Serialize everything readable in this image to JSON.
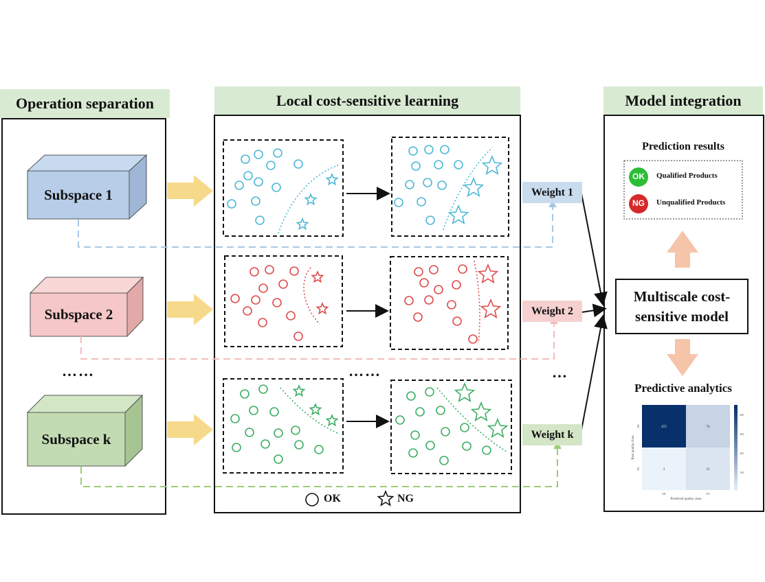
{
  "headers": {
    "left": "Operation separation",
    "middle": "Local cost-sensitive learning",
    "right": "Model integration"
  },
  "subspaces": [
    {
      "label": "Subspace 1",
      "front_color": "#b7cde8",
      "top_color": "#c7daf0",
      "side_color": "#9fb6d6"
    },
    {
      "label": "Subspace 2",
      "front_color": "#f6c7c7",
      "top_color": "#f9d7d7",
      "side_color": "#e2a9a9"
    },
    {
      "label": "Subspace k",
      "front_color": "#c3dbb3",
      "top_color": "#d3e7c6",
      "side_color": "#a6c592"
    }
  ],
  "ellipsis": {
    "left": "……",
    "middle": "……",
    "right": "…"
  },
  "weights": [
    {
      "label": "Weight 1",
      "bg": "#c9dcef",
      "line_color": "#a9c7e5"
    },
    {
      "label": "Weight 2",
      "bg": "#f6d0d0",
      "line_color": "#f2bcbc"
    },
    {
      "label": "Weight k",
      "bg": "#d3e6c6",
      "line_color": "#9ccc74"
    }
  ],
  "scatter_colors": [
    "#4bb8d6",
    "#de4a4a",
    "#3cae62"
  ],
  "legend": {
    "ok": "OK",
    "ng": "NG"
  },
  "prediction_results": {
    "title": "Prediction results",
    "items": [
      {
        "badge": "OK",
        "badge_color": "#2bbd36",
        "label": "Qualified Products"
      },
      {
        "badge": "NG",
        "badge_color": "#d42a2a",
        "label": "Unqualified Products"
      }
    ]
  },
  "model": {
    "line1": "Multiscale cost-",
    "line2": "sensitive model"
  },
  "analytics": {
    "title": "Predictive analytics",
    "chart_data": {
      "type": "heatmap",
      "cells": [
        [
          472,
          76
        ],
        [
          3,
          33
        ]
      ],
      "cell_labels": [
        [
          "472",
          "76"
        ],
        [
          "3",
          "33"
        ]
      ],
      "xlabel": "Predicted quality class",
      "ylabel": "Real quality class",
      "x_ticks": [
        "OK",
        "NG"
      ],
      "y_ticks": [
        "OK",
        "NG"
      ],
      "colorbar_ticks": [
        "400",
        "300",
        "200",
        "100"
      ]
    }
  },
  "arrow_color": "#f7d98b",
  "up_down_arrow_color": "#f6c5a9"
}
